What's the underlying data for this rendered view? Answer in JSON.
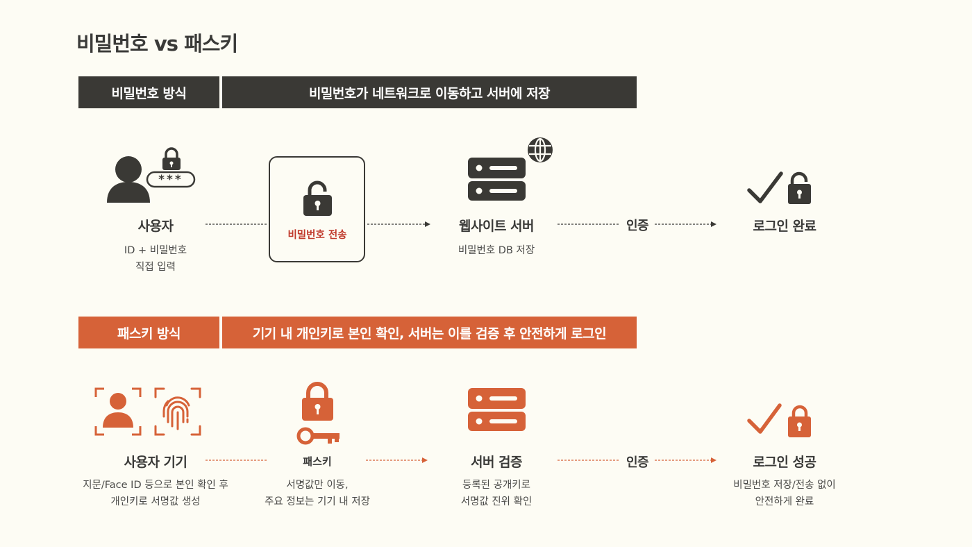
{
  "title": "비밀번호 vs 패스키",
  "password_section": {
    "bar_left": "비밀번호 방식",
    "bar_right": "비밀번호가 네트워크로 이동하고 서버에 저장",
    "user_label": "사용자",
    "user_sub": [
      "ID + 비밀번호",
      "직접 입력"
    ],
    "password_mask": "***",
    "transfer_label": "비밀번호 전송",
    "server_label": "웹사이트 서버",
    "server_sub": "비밀번호 DB 저장",
    "auth_label": "인증",
    "result_label": "로그인 완료"
  },
  "passkey_section": {
    "bar_left": "패스키 방식",
    "bar_right": "기기 내 개인키로 본인 확인, 서버는 이를 검증 후 안전하게 로그인",
    "device_label": "사용자 기기",
    "device_sub": [
      "지문/Face ID 등으로 본인 확인 후",
      "개인키로 서명값 생성"
    ],
    "passkey_label": "패스키",
    "passkey_sub": [
      "서명값만 이동,",
      "주요 정보는 기기 내  저장"
    ],
    "server_label": "서버 검증",
    "server_sub": [
      "등록된 공개키로",
      "서명값 진위 확인"
    ],
    "auth_label": "인증",
    "result_label": "로그인 성공",
    "result_sub": [
      "비밀번호 저장/전송 없이",
      "안전하게 완료"
    ]
  },
  "colors": {
    "dark": "#3a3935",
    "orange": "#d66238",
    "red_text": "#c0392b",
    "background": "#fdfcf4"
  },
  "icons": [
    "user-icon",
    "lock-icon",
    "unlock-icon",
    "server-icon",
    "globe-icon",
    "check-icon",
    "face-scan-icon",
    "fingerprint-icon",
    "key-icon"
  ]
}
